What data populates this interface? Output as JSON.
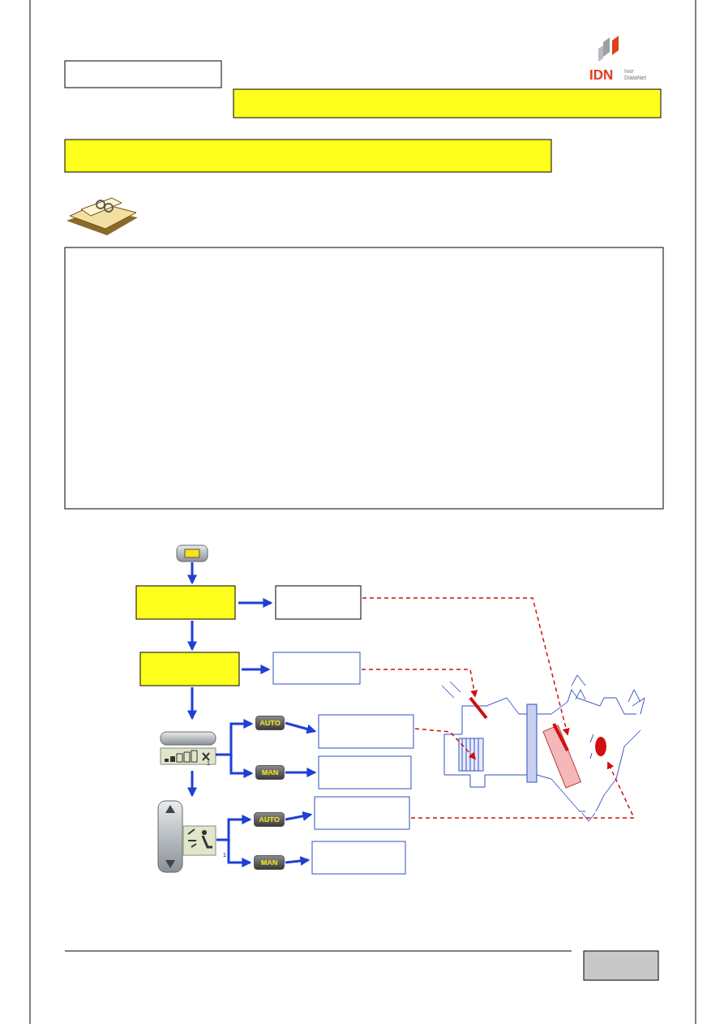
{
  "diagram": {
    "nodes": [
      {
        "text": [
          "AUTO"
        ]
      },
      {
        "text": [
          "MAN"
        ]
      },
      {
        "text": [
          "AUTO"
        ]
      },
      {
        "text": [
          "MAN"
        ]
      }
    ],
    "labels": [
      "IDN",
      "Ivor",
      "DialaNet",
      "1",
      "1"
    ]
  }
}
